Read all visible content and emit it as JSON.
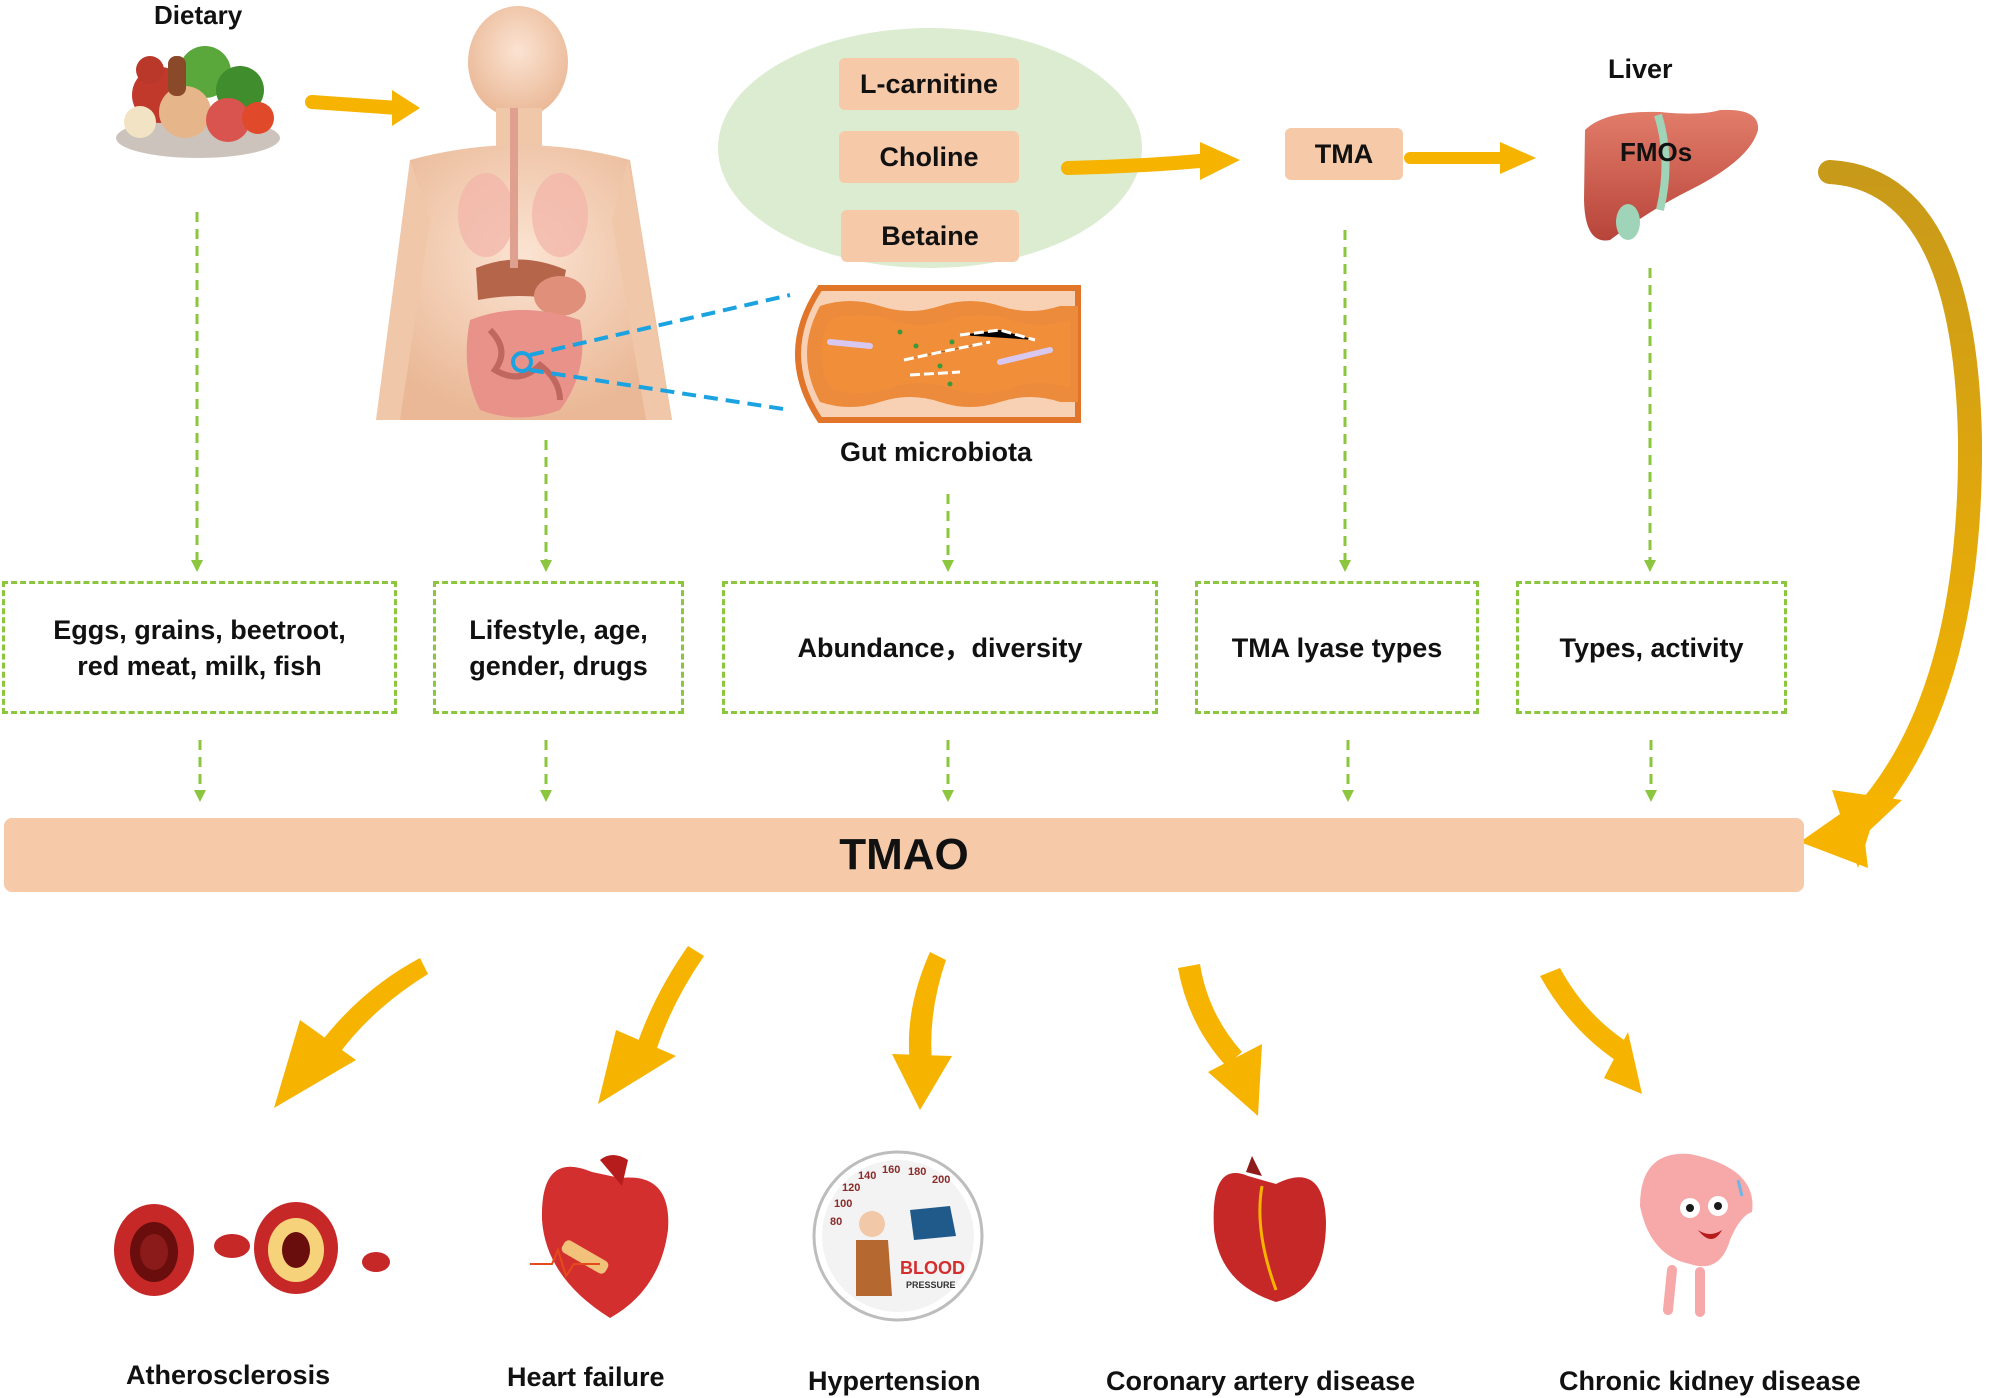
{
  "title": "",
  "sources": {
    "dietary": "Dietary",
    "liver": "Liver",
    "fmos": "FMOs",
    "gut_microbiota": "Gut microbiota",
    "tma": "TMA"
  },
  "precursors": [
    "L-carnitine",
    "Choline",
    "Betaine"
  ],
  "factors": [
    {
      "line1": "Eggs, grains, beetroot,",
      "line2": "red meat, milk, fish"
    },
    {
      "line1": "Lifestyle, age,",
      "line2": "gender, drugs"
    },
    {
      "line1": "Abundance，diversity",
      "line2": ""
    },
    {
      "line1": "TMA lyase types",
      "line2": ""
    },
    {
      "line1": "Types, activity",
      "line2": ""
    }
  ],
  "central": "TMAO",
  "diseases": [
    "Atherosclerosis",
    "Heart failure",
    "Hypertension",
    "Coronary artery disease",
    "Chronic kidney disease"
  ],
  "bp_gauge": {
    "ticks": [
      "80",
      "100",
      "120",
      "140",
      "160",
      "180",
      "200"
    ],
    "blood": "BLOOD",
    "pressure": "PRESSURE"
  },
  "colors": {
    "arrow_yellow": "#f6b400",
    "dashed_green": "#8cc63f",
    "chip_peach": "#f6c9a8",
    "zoom_blue": "#1aa3e0",
    "bubble_green": "#dcecd0"
  }
}
